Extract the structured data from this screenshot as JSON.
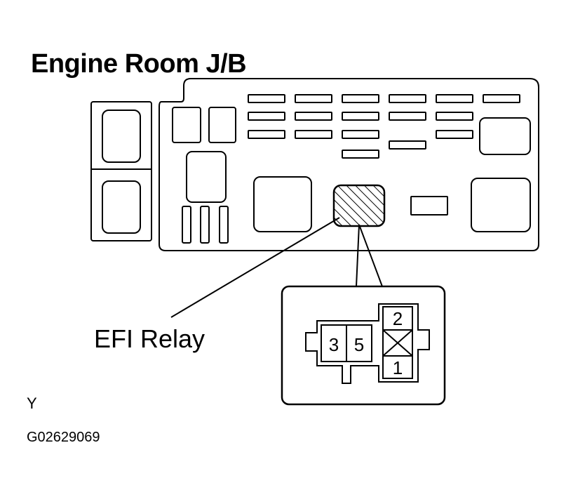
{
  "title": "Engine Room J/B",
  "callout": {
    "label": "EFI Relay"
  },
  "relay_pins": [
    "3",
    "5",
    "2",
    "1"
  ],
  "footer": {
    "code": "Y",
    "figure_id": "G02629069"
  },
  "colors": {
    "line": "#000000",
    "background": "#ffffff"
  }
}
